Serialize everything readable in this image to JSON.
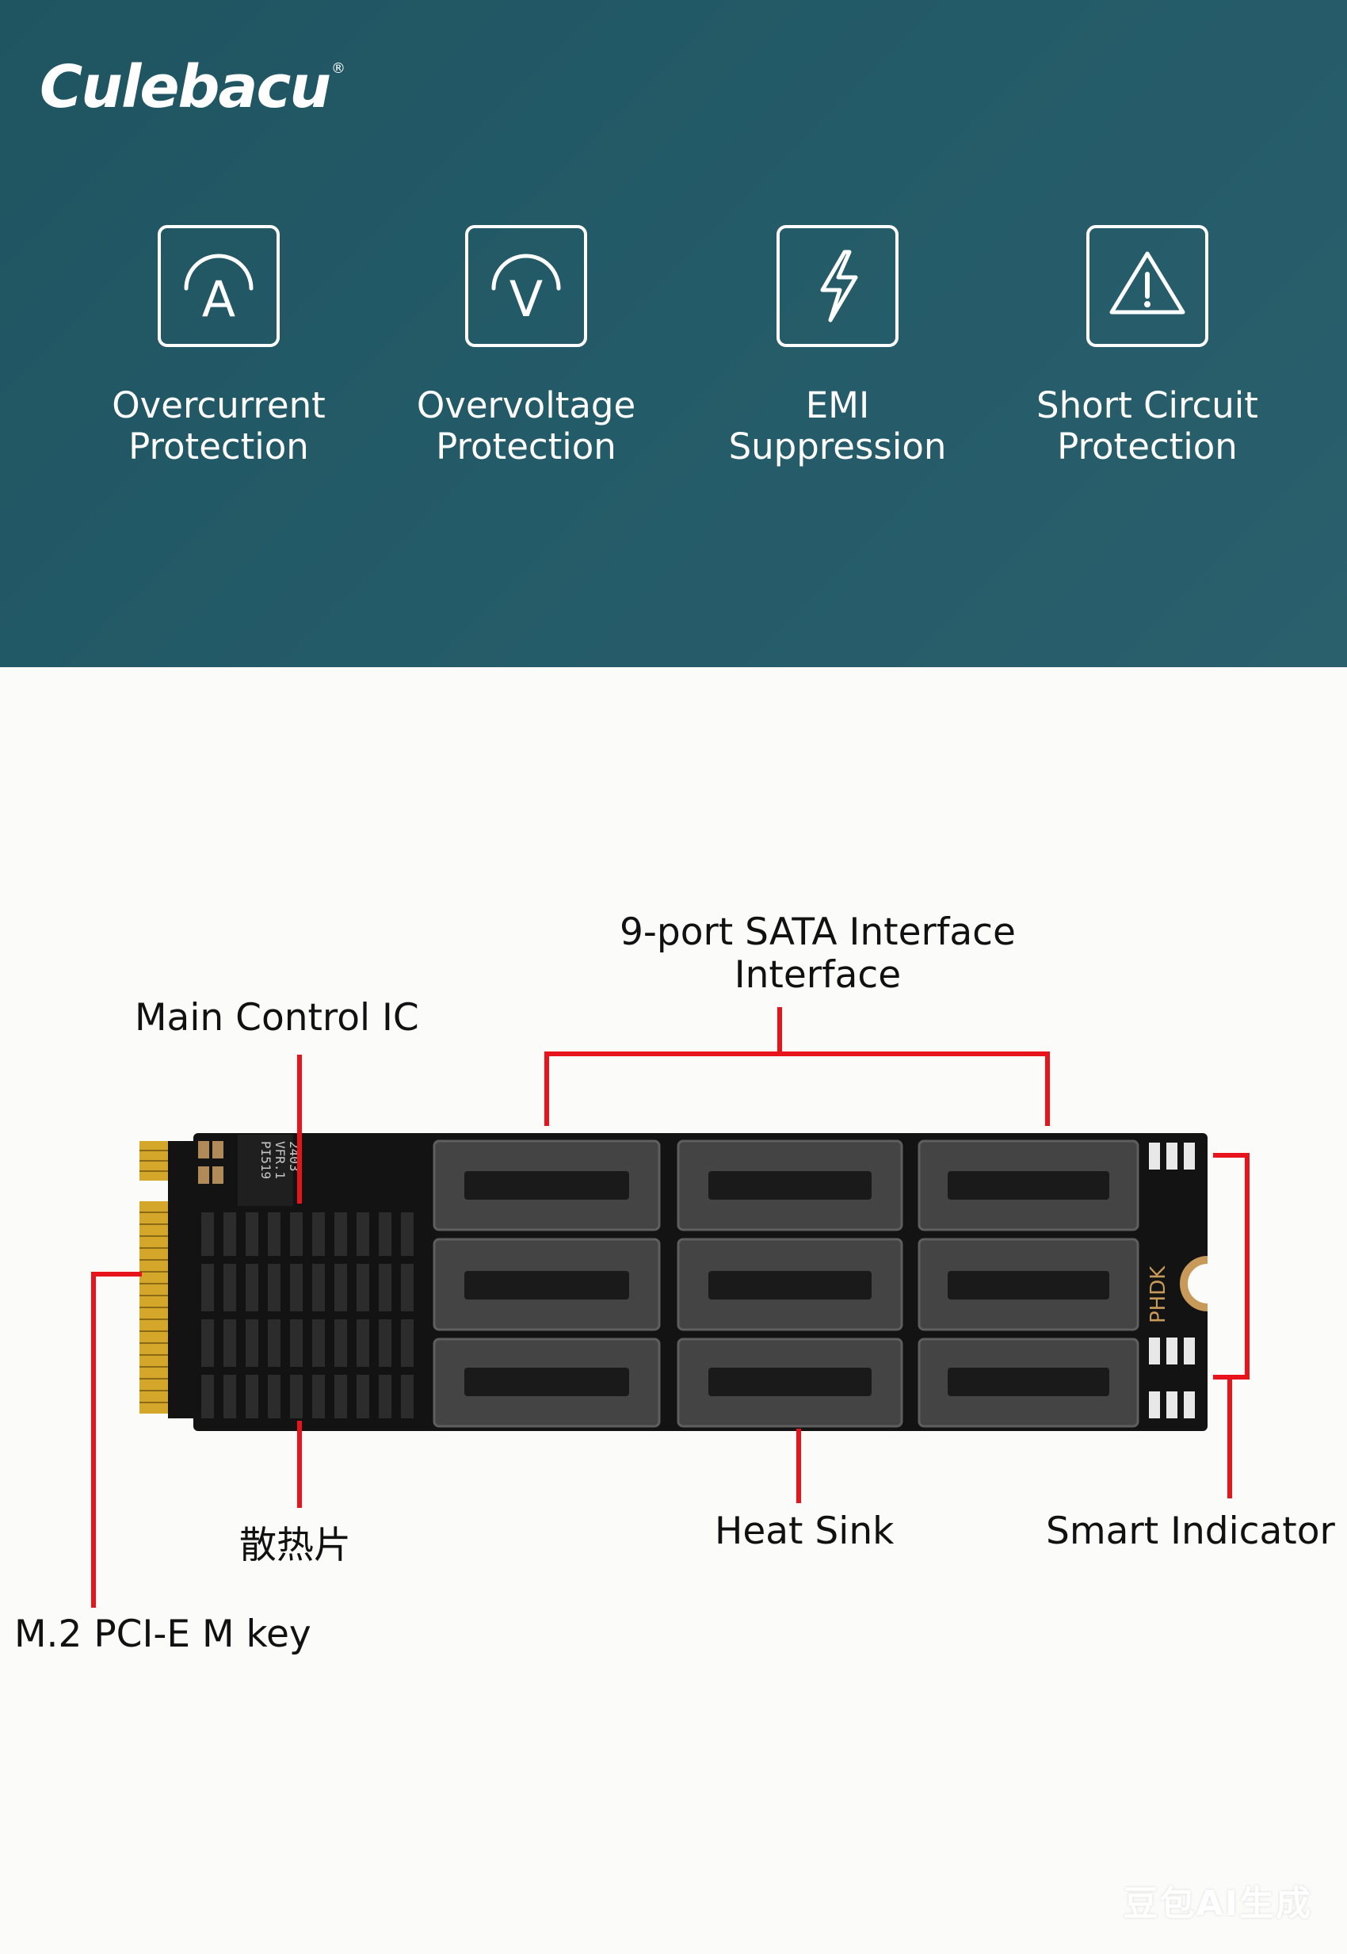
{
  "brand": {
    "name": "Culebacu",
    "registered_mark": "®"
  },
  "features": [
    {
      "icon": "current-a-icon",
      "label_line1": "Overcurrent",
      "label_line2": "Protection"
    },
    {
      "icon": "voltage-v-icon",
      "label_line1": "Overvoltage",
      "label_line2": "Protection"
    },
    {
      "icon": "lightning-bolt-icon",
      "label_line1": "EMI Suppression",
      "label_line2": ""
    },
    {
      "icon": "warning-triangle-icon",
      "label_line1": "Short Circuit",
      "label_line2": "Protection"
    }
  ],
  "callouts": {
    "sata_line1": "9-port SATA Interface",
    "sata_line2": "Interface",
    "main_ic": "Main Control IC",
    "heatsink_cn": "散热片",
    "heat_sink": "Heat Sink",
    "smart_indicator": "Smart Indicator",
    "m2_key": "M.2 PCI-E M key"
  },
  "board_markings": {
    "silk_model": "PHDK",
    "chip_lines": [
      "PI519",
      "VFR.1",
      "2403"
    ]
  },
  "watermark": "豆包AI生成",
  "colors": {
    "header_bg": "#235864",
    "callout_line": "#e8141c",
    "board": "#131313",
    "connector": "#4a4a4a",
    "gold_fingers": "#d4a62a"
  }
}
